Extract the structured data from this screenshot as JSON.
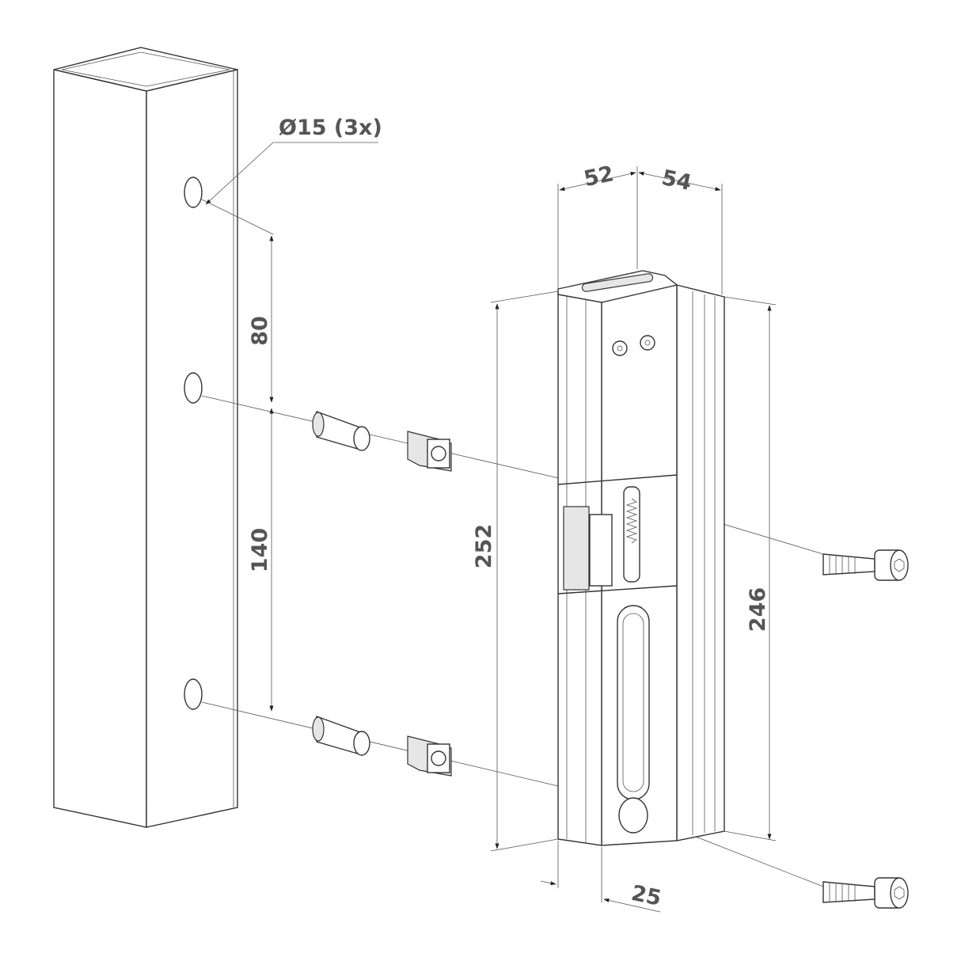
{
  "dimensions": {
    "hole_diameter": "Ø15 (3x)",
    "hole_spacing_top": "80",
    "hole_spacing_bottom": "140",
    "width_front": "52",
    "depth": "54",
    "height_total": "252",
    "height_rail": "246",
    "offset": "25"
  },
  "colors": {
    "line": "#333333",
    "text": "#555555",
    "background": "#ffffff"
  }
}
